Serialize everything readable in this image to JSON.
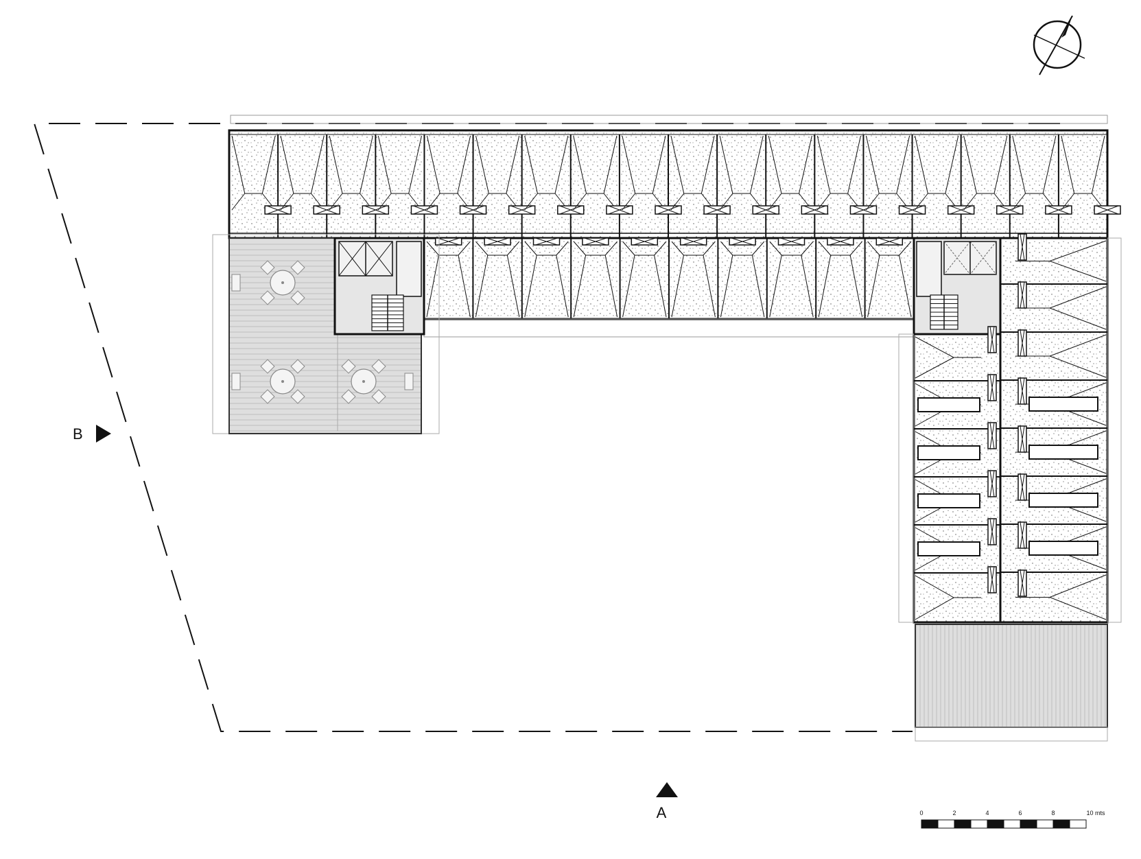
{
  "section_markers": {
    "b": "B",
    "a": "A"
  },
  "scale_bar": {
    "ticks": [
      "0",
      "2",
      "4",
      "6",
      "8",
      "10 mts"
    ]
  },
  "colors": {
    "line": "#111111",
    "terrace_fill": "#dcdcdc",
    "core_fill": "#e4e4e4",
    "stipple": "#555555",
    "background": "#ffffff"
  },
  "icons": {
    "north": "north-arrow-icon",
    "section": "section-marker-triangle-icon"
  }
}
